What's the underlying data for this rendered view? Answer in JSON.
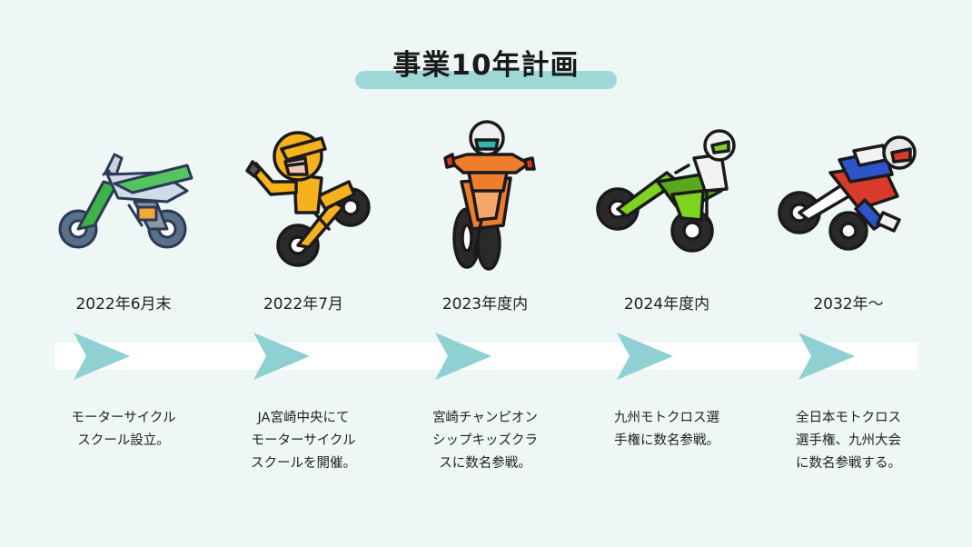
{
  "title": "事業10年計画",
  "colors": {
    "accent": "#9fd8d8",
    "arrow": "#8fd0d3",
    "background": "#eef6f6"
  },
  "milestones": [
    {
      "date": "2022年6月末",
      "description": "モーターサイクル\nスクール設立。",
      "icon": "dirt-bike-icon"
    },
    {
      "date": "2022年7月",
      "description": "JA宮崎中央にて\nモーターサイクル\nスクールを開催。",
      "icon": "wheelie-rider-icon"
    },
    {
      "date": "2023年度内",
      "description": "宮崎チャンピオン\nシップキッズクラ\nスに数名参戦。",
      "icon": "jumping-rider-icon"
    },
    {
      "date": "2024年度内",
      "description": "九州モトクロス選\n手権に数名参戦。",
      "icon": "green-rider-icon"
    },
    {
      "date": "2032年〜",
      "description": "全日本モトクロス\n選手権、九州大会\nに数名参戦する。",
      "icon": "racing-rider-icon"
    }
  ]
}
